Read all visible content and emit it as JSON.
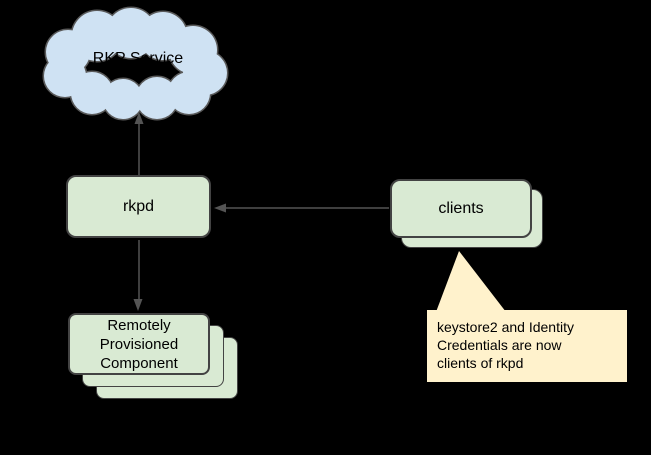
{
  "background_color": "#000000",
  "connector_color": "#545454",
  "nodes": {
    "cloud": {
      "label": "RKP Service",
      "fill": "#cfe2f3",
      "border_color": "#595959"
    },
    "rkpd": {
      "label": "rkpd",
      "fill": "#d9ead3",
      "border_color": "#434343"
    },
    "clients": {
      "label": "clients",
      "fill": "#d9ead3",
      "border_color": "#434343",
      "stack_count": 2
    },
    "remotely_provisioned_component": {
      "lines": [
        "Remotely",
        "Provisioned",
        "Component"
      ],
      "fill": "#d9ead3",
      "border_color": "#434343",
      "stack_count": 3
    }
  },
  "connectors": [
    {
      "from": "rkpd",
      "to": "cloud",
      "arrow_at": "cloud"
    },
    {
      "from": "clients",
      "to": "rkpd",
      "arrow_at": "rkpd"
    },
    {
      "from": "rkpd",
      "to": "remotely_provisioned_component",
      "arrow_at": "remotely_provisioned_component"
    }
  ],
  "callout": {
    "lines": [
      "keystore2 and Identity",
      "Credentials are now",
      "clients of rkpd"
    ],
    "fill": "#fff2cc",
    "points_to": "clients"
  }
}
